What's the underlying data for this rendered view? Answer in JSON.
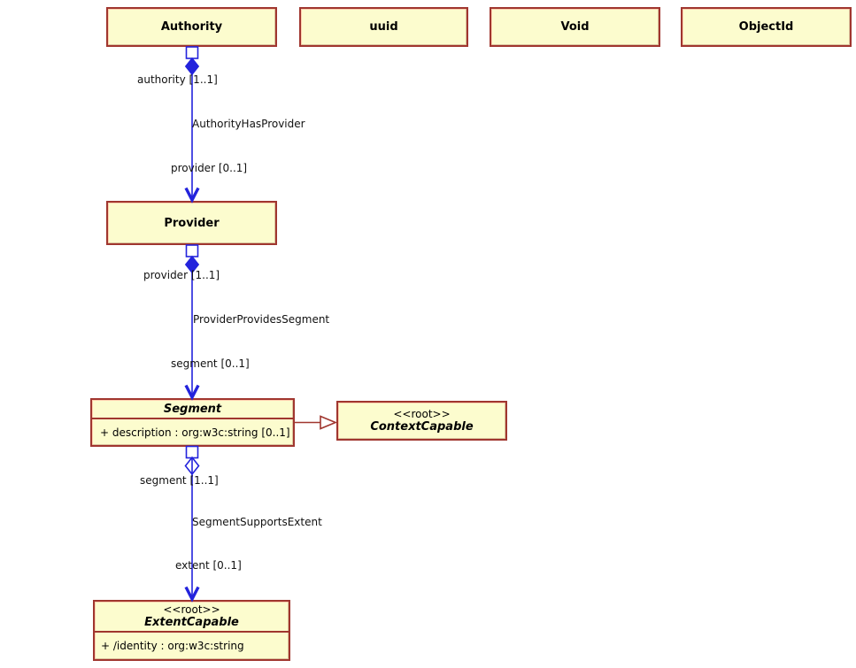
{
  "classes": {
    "authority": {
      "name": "Authority"
    },
    "uuid": {
      "name": "uuid"
    },
    "void_type": {
      "name": "Void"
    },
    "object_id": {
      "name": "ObjectId"
    },
    "provider": {
      "name": "Provider"
    },
    "segment": {
      "name": "Segment",
      "attributes": [
        "+ description : org:w3c:string [0..1]"
      ]
    },
    "context_capable": {
      "stereotype": "<<root>>",
      "name": "ContextCapable"
    },
    "extent_capable": {
      "stereotype": "<<root>>",
      "name": "ExtentCapable",
      "attributes": [
        "+ /identity : org:w3c:string"
      ]
    }
  },
  "associations": {
    "authority_has_provider": {
      "name": "AuthorityHasProvider",
      "source_role": "authority [1..1]",
      "target_role": "provider [0..1]",
      "source_aggregation": "composite"
    },
    "provider_provides_segment": {
      "name": "ProviderProvidesSegment",
      "source_role": "provider [1..1]",
      "target_role": "segment [0..1]",
      "source_aggregation": "composite"
    },
    "segment_supports_extent": {
      "name": "SegmentSupportsExtent",
      "source_role": "segment [1..1]",
      "target_role": "extent [0..1]",
      "source_aggregation": "shared"
    }
  },
  "generalizations": [
    {
      "source": "Segment",
      "target": "ContextCapable"
    }
  ],
  "colors": {
    "class_fill": "#FCFCCE",
    "class_border": "#A0362F",
    "association": "#2323DC",
    "generalization": "#A0362F",
    "label_text": "#111111",
    "background": "#FFFFFF"
  }
}
